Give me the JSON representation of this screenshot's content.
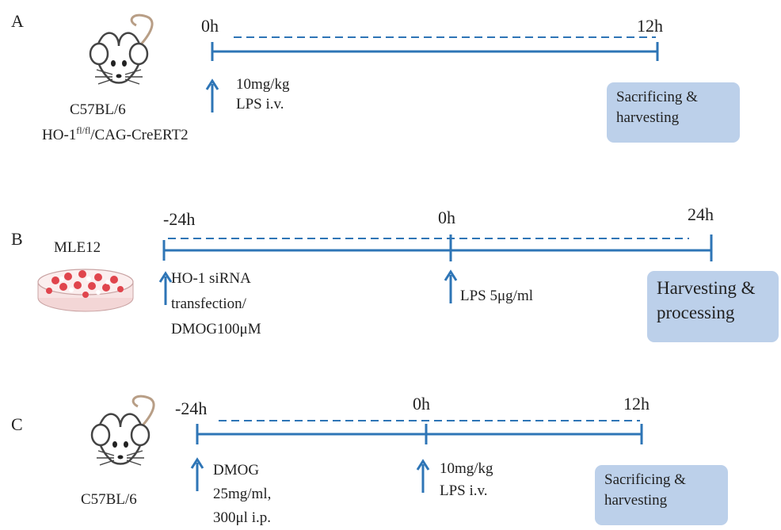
{
  "panels": {
    "A": {
      "letter": "A",
      "strain_line1": "C57BL/6",
      "strain_line2_prefix": "HO-1",
      "strain_line2_sup": "fl/fl",
      "strain_line2_suffix": "/CAG-CreERT2",
      "ticks": [
        "0h",
        "12h"
      ],
      "treatment_lines": [
        "10mg/kg",
        "LPS i.v."
      ],
      "end_box_lines": [
        "Sacrificing &",
        "harvesting"
      ]
    },
    "B": {
      "letter": "B",
      "cell_line": "MLE12",
      "ticks": [
        "-24h",
        "0h",
        "24h"
      ],
      "treatment1_lines": [
        "HO-1 siRNA",
        "transfection/",
        "DMOG100μM"
      ],
      "treatment2": "LPS 5μg/ml",
      "end_box_lines": [
        "Harvesting &",
        "processing"
      ]
    },
    "C": {
      "letter": "C",
      "strain": "C57BL/6",
      "ticks": [
        "-24h",
        "0h",
        "12h"
      ],
      "treatment1_lines": [
        "DMOG",
        "25mg/ml,",
        "300μl i.p."
      ],
      "treatment2_lines": [
        "10mg/kg",
        "LPS i.v."
      ],
      "end_box_lines": [
        "Sacrificing &",
        "harvesting"
      ]
    }
  },
  "colors": {
    "timeline": "#2e75b6",
    "box_fill": "#bcd0ea",
    "mouse_outline": "#444444",
    "mouse_tail": "#b89e86",
    "dish_red": "#e0454d"
  },
  "icons": [
    "mouse-icon",
    "cell-culture-dish-icon",
    "up-arrow-icon"
  ]
}
